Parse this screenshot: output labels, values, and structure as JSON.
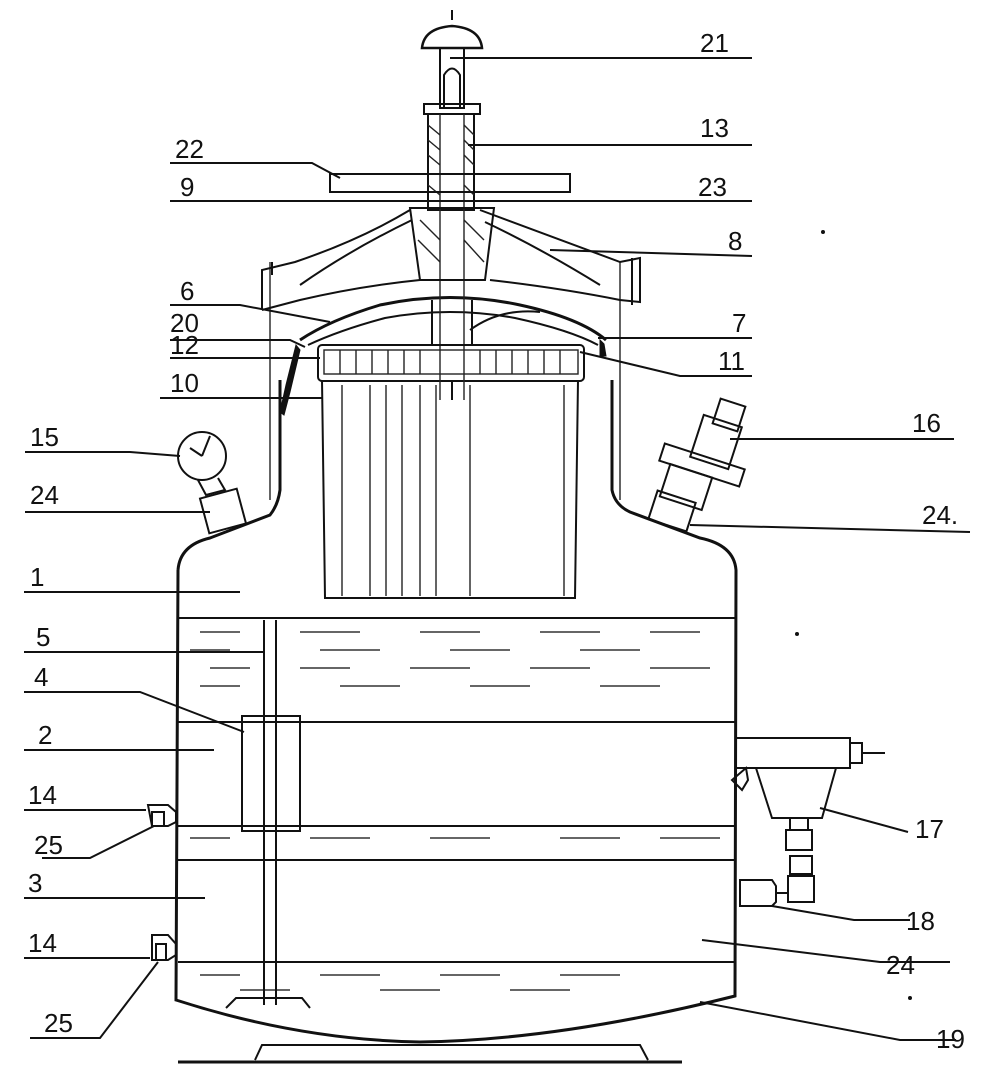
{
  "labels": {
    "l1": "1",
    "l2": "2",
    "l3": "3",
    "l4": "4",
    "l5": "5",
    "l6": "6",
    "l7": "7",
    "l8": "8",
    "l9": "9",
    "l10": "10",
    "l11": "11",
    "l12": "12",
    "l13": "13",
    "l14a": "14",
    "l14b": "14",
    "l15": "15",
    "l16": "16",
    "l17": "17",
    "l18": "18",
    "l19": "19",
    "l20": "20",
    "l21": "21",
    "l22": "22",
    "l23": "23",
    "l24a": "24",
    "l24b": "24.",
    "l24c": "24",
    "l25a": "25",
    "l25b": "25"
  }
}
